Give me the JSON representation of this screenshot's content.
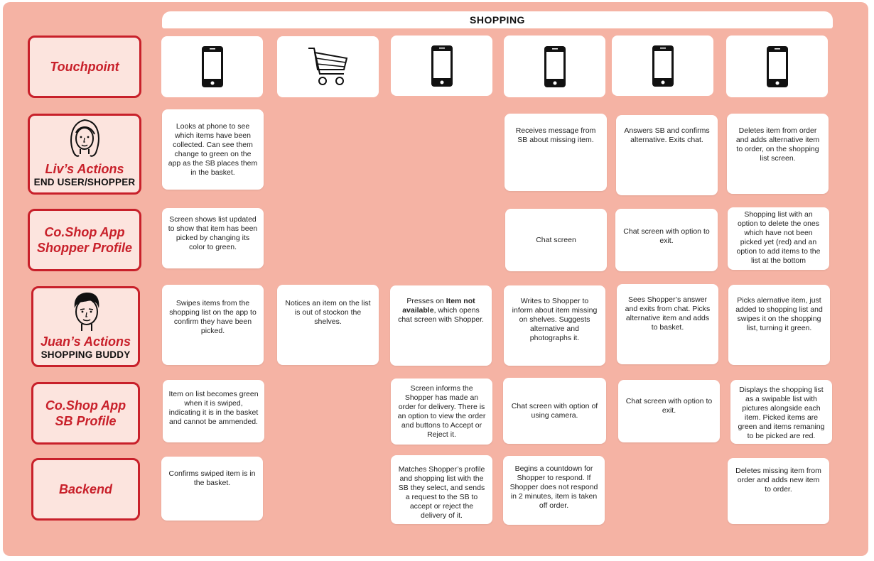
{
  "header": {
    "title": "SHOPPING"
  },
  "colors": {
    "board": "#f5b3a4",
    "accent": "#c8202a",
    "label_fill": "#fce4de",
    "card": "#ffffff"
  },
  "rows": {
    "touchpoint": {
      "title": "Touchpoint"
    },
    "liv": {
      "title": "Liv’s Actions",
      "subtitle": "END USER/SHOPPER",
      "icon": "woman-avatar-icon"
    },
    "shopper_app": {
      "title_line1": "Co.Shop App",
      "title_line2": "Shopper Profile"
    },
    "juan": {
      "title": "Juan’s Actions",
      "subtitle": "SHOPPING BUDDY",
      "icon": "man-avatar-icon"
    },
    "sb_app": {
      "title_line1": "Co.Shop App",
      "title_line2": "SB Profile"
    },
    "backend": {
      "title": "Backend"
    }
  },
  "touchpoints": [
    "phone-icon",
    "shopping-cart-icon",
    "phone-icon",
    "phone-icon",
    "phone-icon",
    "phone-icon"
  ],
  "cells": {
    "liv": {
      "c1": "Looks at phone to see which items have been collected. Can see them change to green on the app as the SB places them in the basket.",
      "c4": "Receives message from SB about missing item.",
      "c5": "Answers SB and confirms alternative. Exits chat.",
      "c6": "Deletes item from order and adds alternative item to order, on the shopping list screen."
    },
    "shopper_app": {
      "c1": "Screen shows list updated to show that item has been picked by changing its color to green.",
      "c4": "Chat screen",
      "c5": "Chat screen with option to exit.",
      "c6": "Shopping list with an option to delete the ones which have not been picked yet (red) and an option to add items to the list at the bottom"
    },
    "juan": {
      "c1": "Swipes items from the shopping list on the app to confirm they have been picked.",
      "c2": "Notices an item on the list is out of stockon the shelves.",
      "c3_pre": "Presses on ",
      "c3_bold": "Item not available",
      "c3_post": ", which opens chat screen with Shopper.",
      "c4": "Writes to Shopper to inform about item missing on shelves. Suggests alternative and photographs it.",
      "c5": "Sees Shopper’s answer and exits from chat. Picks alternative item and adds to basket.",
      "c6": "Picks alernative item, just added to shopping list and swipes it on the shopping list, turning it green."
    },
    "sb_app": {
      "c1": "Item on list becomes green when it is swiped, indicating it is in the basket and cannot be ammended.",
      "c3": "Screen informs the Shopper has made an order for delivery. There is an option to view the order and buttons to Accept or Reject it.",
      "c4": "Chat screen with option of using camera.",
      "c5": "Chat screen with option to exit.",
      "c6": "Displays the shopping list as a swipable list with pictures alongside each item. Picked items are green and items remaning to be picked are red."
    },
    "backend": {
      "c1": "Confirms swiped item is in the basket.",
      "c3": "Matches Shopper’s profile and shopping list with the SB they select, and sends a request to the SB to accept or reject the delivery of it.",
      "c4": "Begins a countdown for Shopper to respond. If Shopper does not respond in 2 minutes, item is taken off order.",
      "c6": "Deletes missing item from order and adds new item to order."
    }
  }
}
